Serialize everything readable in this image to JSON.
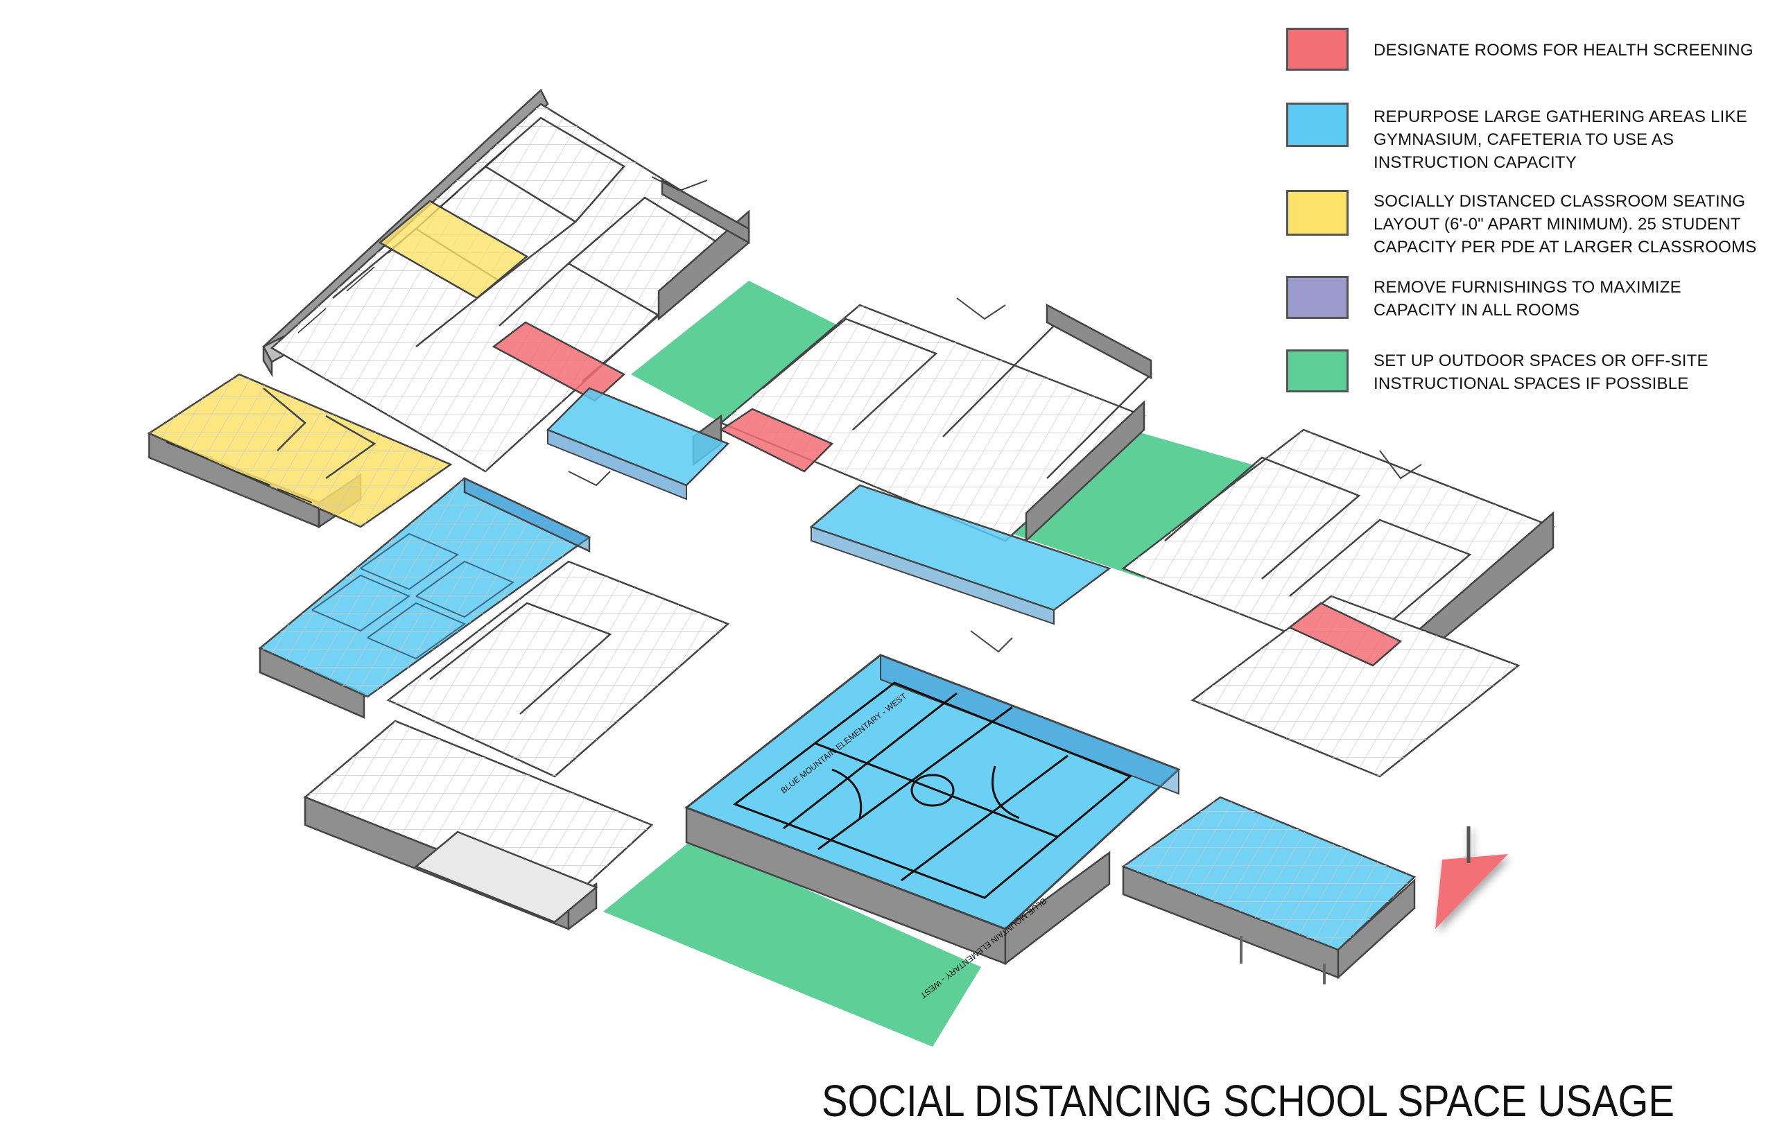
{
  "title": "SOCIAL DISTANCING SCHOOL SPACE USAGE",
  "colors": {
    "health_screening": "#f26f76",
    "large_gathering": "#5ccaf3",
    "classroom_seating": "#fde26a",
    "remove_furnishings": "#9a9acd",
    "outdoor_spaces": "#5fcf98",
    "walls": "#555555",
    "floor": "#ffffff"
  },
  "legend": [
    {
      "key": "health_screening",
      "text": "DESIGNATE ROOMS FOR HEALTH SCREENING"
    },
    {
      "key": "large_gathering",
      "text": "REPURPOSE LARGE GATHERING AREAS LIKE GYMNASIUM, CAFETERIA TO USE AS INSTRUCTION CAPACITY"
    },
    {
      "key": "classroom_seating",
      "text": "SOCIALLY DISTANCED CLASSROOM  SEATING LAYOUT (6'-0\" APART MINIMUM). 25 STUDENT CAPACITY PER PDE AT LARGER CLASSROOMS"
    },
    {
      "key": "remove_furnishings",
      "text": "REMOVE FURNISHINGS TO MAXIMIZE CAPACITY IN ALL ROOMS"
    },
    {
      "key": "outdoor_spaces",
      "text": "SET UP OUTDOOR SPACES OR OFF-SITE INSTRUCTIONAL SPACES IF POSSIBLE"
    }
  ],
  "gym_labels": {
    "upper": "BLUE MOUNTAIN ELEMENTARY - WEST",
    "lower": "BLUE MOUNTAIN ELEMENTARY - WEST"
  },
  "icons": {
    "north_arrow": "north-arrow-icon"
  }
}
